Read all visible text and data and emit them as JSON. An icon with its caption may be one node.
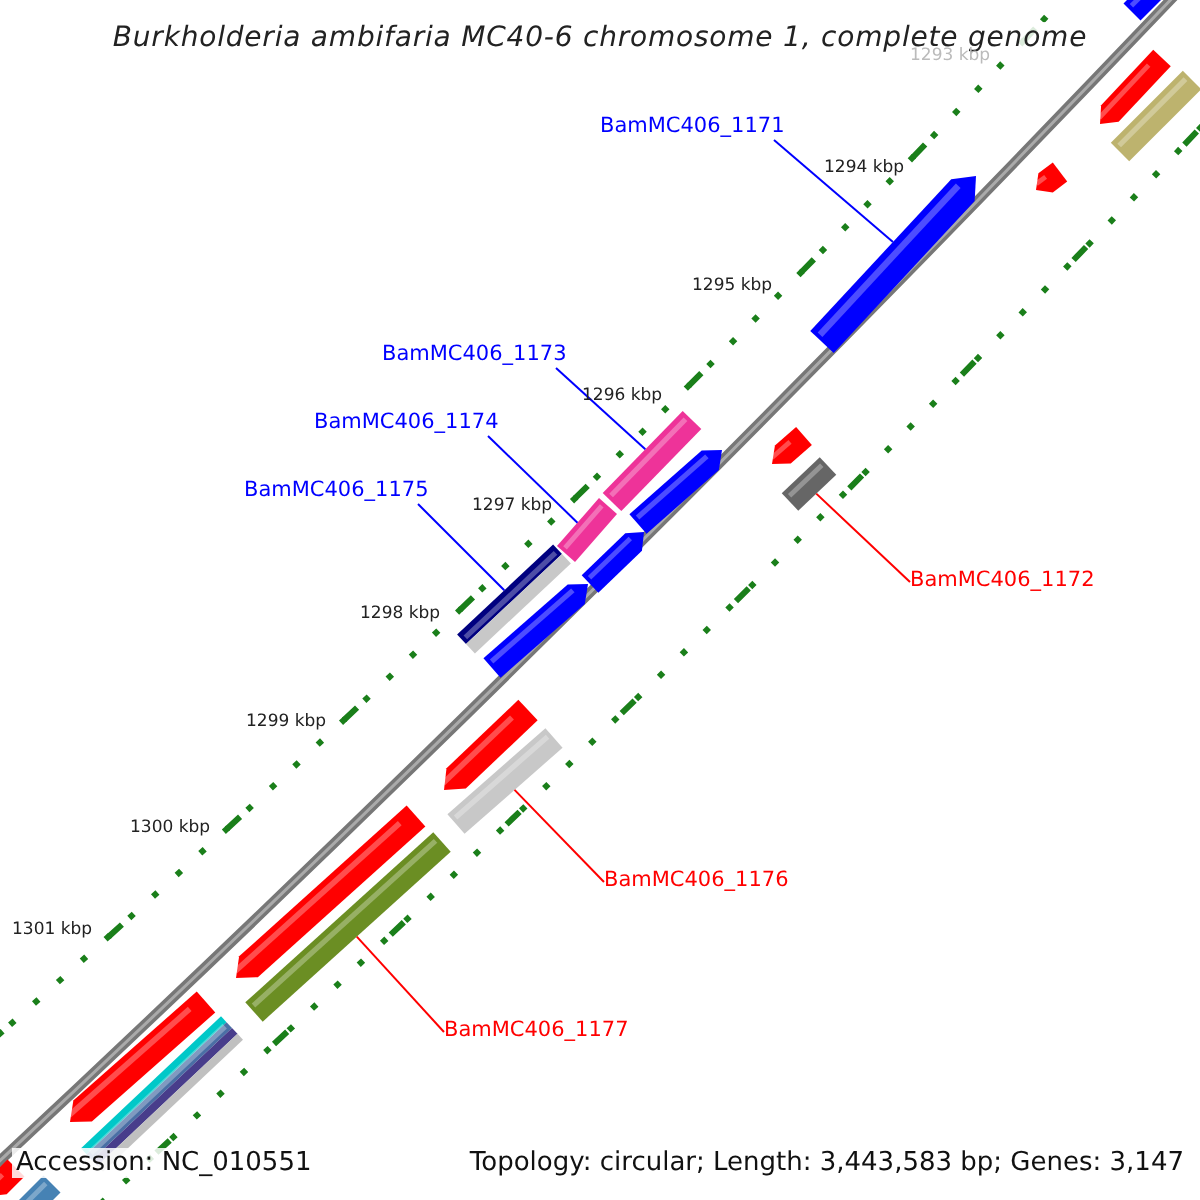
{
  "diagram": {
    "title": "Burkholderia ambifaria MC40-6 chromosome 1, complete genome",
    "nodes": [
      {
        "text": [
          "BamMC406_1171"
        ]
      },
      {
        "text": [
          "BamMC406_1173"
        ]
      },
      {
        "text": [
          "BamMC406_1174"
        ]
      },
      {
        "text": [
          "BamMC406_1175"
        ]
      },
      {
        "text": [
          "BamMC406_1172"
        ]
      },
      {
        "text": [
          "BamMC406_1176"
        ]
      },
      {
        "text": [
          "BamMC406_1177"
        ]
      },
      {
        "text": [],
        "shape": "bar"
      },
      {
        "text": [],
        "shape": "bar"
      },
      {
        "text": [],
        "shape": "bar"
      },
      {
        "text": [],
        "shape": "bar"
      },
      {
        "text": [],
        "shape": "bar"
      },
      {
        "text": [],
        "shape": "bar"
      },
      {
        "text": [],
        "shape": "bar"
      }
    ],
    "edges": [
      {
        "from": 0,
        "to": 7,
        "arrow": "none"
      },
      {
        "from": 1,
        "to": 8,
        "arrow": "none"
      },
      {
        "from": 2,
        "to": 9,
        "arrow": "none"
      },
      {
        "from": 3,
        "to": 10,
        "arrow": "none"
      },
      {
        "from": 4,
        "to": 11,
        "arrow": "none",
        "color": "#ff0000"
      },
      {
        "from": 5,
        "to": 12,
        "arrow": "none",
        "color": "#ff0000"
      },
      {
        "from": 6,
        "to": 13,
        "arrow": "none",
        "color": "#ff0000"
      }
    ],
    "labels": [
      "1293 kbp",
      "1294 kbp",
      "1295 kbp",
      "1296 kbp",
      "1297 kbp",
      "1298 kbp",
      "1299 kbp",
      "1300 kbp",
      "1301 kbp",
      "Accession: NC_010551",
      "Topology: circular; Length: 3,443,583 bp; Genes: 3,147"
    ]
  }
}
